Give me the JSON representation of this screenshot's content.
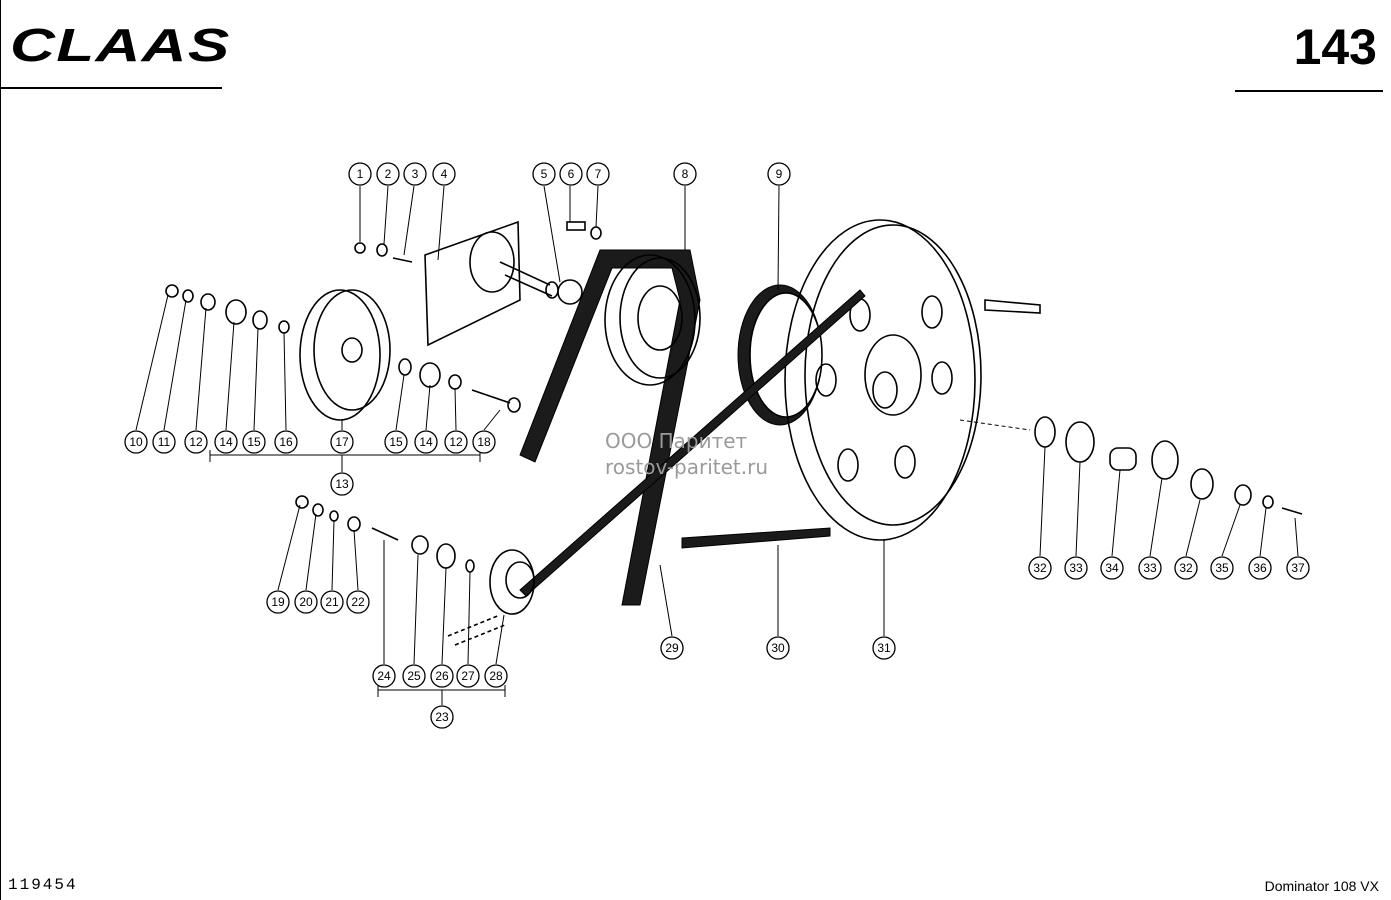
{
  "header": {
    "logo_text": "CLAAS",
    "page_number": "143"
  },
  "footer": {
    "document_id": "119454",
    "model": "Dominator 108 VX"
  },
  "watermark": {
    "line1": "ООО Паритет",
    "line2": "rostov-paritet.ru"
  },
  "callouts": {
    "c1": "1",
    "c2": "2",
    "c3": "3",
    "c4": "4",
    "c5": "5",
    "c6": "6",
    "c7": "7",
    "c8": "8",
    "c9": "9",
    "c10": "10",
    "c11": "11",
    "c12a": "12",
    "c14a": "14",
    "c15a": "15",
    "c16": "16",
    "c17": "17",
    "c15b": "15",
    "c14b": "14",
    "c12b": "12",
    "c18": "18",
    "c13": "13",
    "c19": "19",
    "c20": "20",
    "c21": "21",
    "c22": "22",
    "c24": "24",
    "c25": "25",
    "c26": "26",
    "c27": "27",
    "c28": "28",
    "c23": "23",
    "c29": "29",
    "c30": "30",
    "c31": "31",
    "c32a": "32",
    "c33a": "33",
    "c34": "34",
    "c33b": "33",
    "c32b": "32",
    "c35": "35",
    "c36": "36",
    "c37": "37"
  }
}
